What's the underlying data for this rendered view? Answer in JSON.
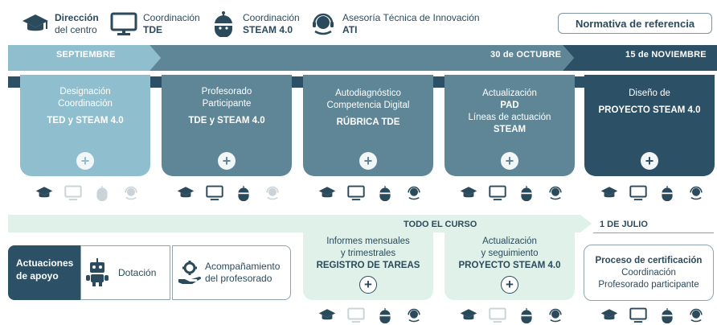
{
  "colors": {
    "card1": "#8fbfcf",
    "card2": "#5e8696",
    "card3": "#5e8696",
    "card4": "#5e8696",
    "card5": "#2c5066",
    "dark_text": "#2b4a5c",
    "light_green": "#dff1e8"
  },
  "legend": [
    {
      "icon": "graduation-cap-icon",
      "bold": "Dirección",
      "reg": "del centro",
      "order": "bold-first"
    },
    {
      "icon": "monitor-icon",
      "reg": "Coordinación",
      "bold": "TDE",
      "order": "reg-first"
    },
    {
      "icon": "robot-head-icon",
      "reg": "Coordinación",
      "bold": "STEAM 4.0",
      "order": "reg-first"
    },
    {
      "icon": "headset-icon",
      "reg": "Asesoría Técnica de Innovación",
      "bold": "ATI",
      "order": "reg-first"
    }
  ],
  "normativa_label": "Normativa de referencia",
  "top_band": {
    "septiembre": "SEPTIEMBRE",
    "octubre": "30 de OCTUBRE",
    "noviembre": "15 de NOVIEMBRE"
  },
  "cards": [
    {
      "l1": "Designación",
      "l2": "Coordinación",
      "b1": "TED y STEAM 4.0"
    },
    {
      "l1": "Profesorado",
      "l2": "Participante",
      "b1": "TDE y STEAM 4.0"
    },
    {
      "l1": "Autodiagnóstico",
      "l2": "Competencia Digital",
      "b1": "RÚBRICA TDE"
    },
    {
      "l1": "Actualización",
      "b1": "PAD",
      "l2": "Líneas de actuación",
      "b2": "STEAM"
    },
    {
      "l1": "Diseño de",
      "b1": "PROYECTO STEAM 4.0"
    }
  ],
  "plus_label": "+",
  "bottom_band": {
    "todo_el_curso": "TODO EL CURSO",
    "julio": "1 DE JULIO"
  },
  "support": {
    "title_line1": "Actuaciones",
    "title_line2": "de apoyo",
    "dotacion": "Dotación",
    "acomp_line1": "Acompañamiento",
    "acomp_line2": "del profesorado"
  },
  "green_cards": [
    {
      "l1": "Informes mensuales",
      "l2": "y trimestrales",
      "b1": "REGISTRO DE TAREAS"
    },
    {
      "l1": "Actualización",
      "l2": "y seguimiento",
      "b1": "PROYECTO STEAM 4.0"
    }
  ],
  "certificacion": {
    "title": "Proceso de certificación",
    "l1": "Coordinación",
    "l2": "Profesorado participante"
  }
}
